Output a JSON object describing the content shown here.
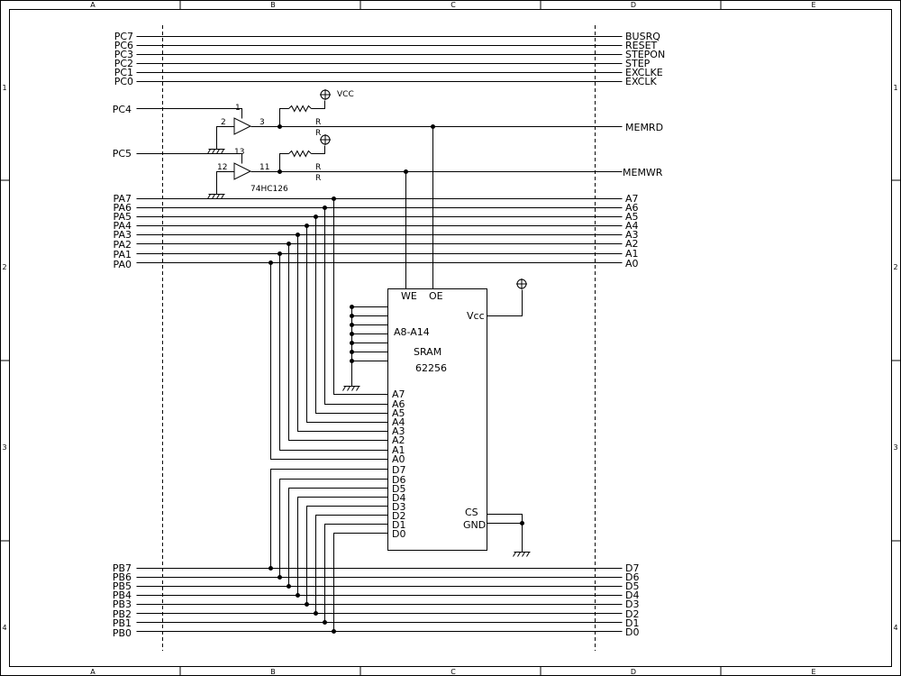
{
  "border": {
    "columns": [
      "A",
      "B",
      "C",
      "D",
      "E"
    ],
    "rows": [
      "1",
      "2",
      "3",
      "4"
    ]
  },
  "control_lines": {
    "left": [
      "PC7",
      "PC6",
      "PC3",
      "PC2",
      "PC1",
      "PC0"
    ],
    "right": [
      "BUSRQ",
      "RESET",
      "STEPON",
      "STEP",
      "EXCLKE",
      "EXCLK"
    ]
  },
  "buffers": {
    "upper": {
      "input": "PC4",
      "pin_in": "1",
      "pin_ctrl": "2",
      "pin_out": "3",
      "output": "MEMRD"
    },
    "lower": {
      "input": "PC5",
      "pin_in": "13",
      "pin_ctrl": "12",
      "pin_out": "11",
      "output": "MEMWR"
    },
    "part": "74HC126"
  },
  "pullups": {
    "supply": "VCC",
    "resistor": "R"
  },
  "address_lines": {
    "left": [
      "PA7",
      "PA6",
      "PA5",
      "PA4",
      "PA3",
      "PA2",
      "PA1",
      "PA0"
    ],
    "right": [
      "A7",
      "A6",
      "A5",
      "A4",
      "A3",
      "A2",
      "A1",
      "A0"
    ]
  },
  "data_lines": {
    "left": [
      "PB7",
      "PB6",
      "PB5",
      "PB4",
      "PB3",
      "PB2",
      "PB1",
      "PB0"
    ],
    "right": [
      "D7",
      "D6",
      "D5",
      "D4",
      "D3",
      "D2",
      "D1",
      "D0"
    ]
  },
  "sram": {
    "name": "SRAM",
    "part": "62256",
    "we": "WE",
    "oe": "OE",
    "vcc": "Vcc",
    "high_addr": "A8-A14",
    "addr_pins": [
      "A7",
      "A6",
      "A5",
      "A4",
      "A3",
      "A2",
      "A1",
      "A0"
    ],
    "data_pins": [
      "D7",
      "D6",
      "D5",
      "D4",
      "D3",
      "D2",
      "D1",
      "D0"
    ],
    "cs": "CS",
    "gnd": "GND"
  }
}
